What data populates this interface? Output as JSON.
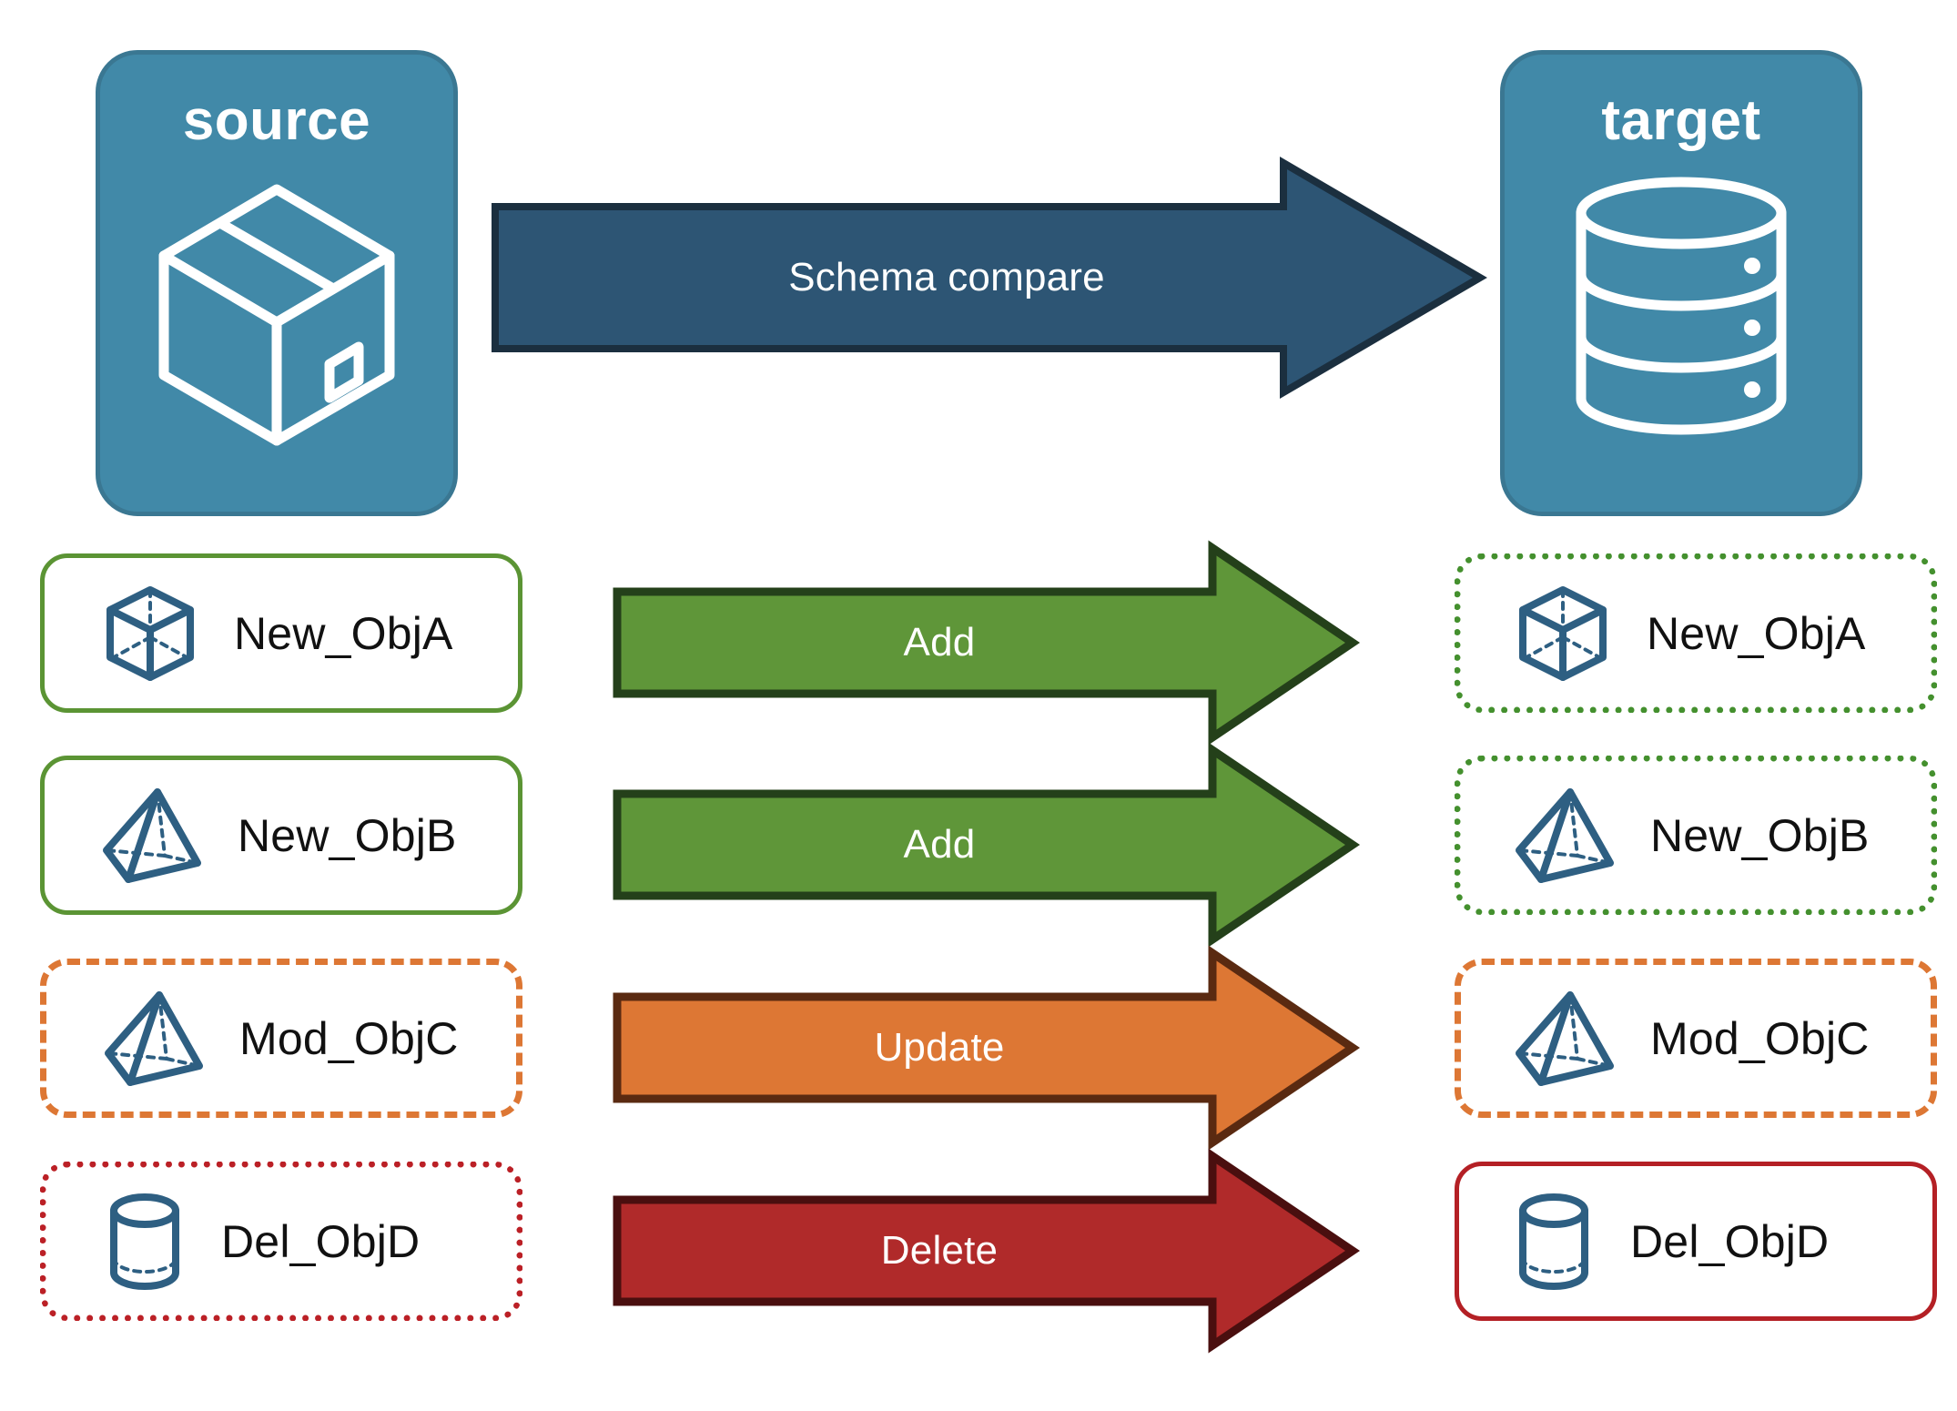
{
  "endpoints": {
    "source": {
      "title": "source",
      "icon": "3d-box-icon"
    },
    "target": {
      "title": "target",
      "icon": "database-cylinder-icon"
    }
  },
  "compare": {
    "label": "Schema compare",
    "color": "#2d5574",
    "border_color": "#1b2f3f",
    "direction": "source-to-target"
  },
  "colors": {
    "endpoint_fill": "#4189a8",
    "endpoint_border": "#3a7792",
    "object_icon": "#2e5f82",
    "add": "#5f9639",
    "add_border": "#24401a",
    "update": "#dd7734",
    "update_border": "#5a2a11",
    "delete": "#b02a2a",
    "delete_border": "#4a0f0f",
    "green_card": "#5b9434",
    "orange_card": "#dd7734",
    "red_card": "#b42025",
    "text": "#111111"
  },
  "rows": [
    {
      "source": {
        "label": "New_ObjA",
        "icon": "cube-wireframe-icon",
        "border_style": "solid",
        "border_color": "#5b9434"
      },
      "action": {
        "label": "Add",
        "color": "#5f9639",
        "border_color": "#24401a"
      },
      "target": {
        "label": "New_ObjA",
        "icon": "cube-wireframe-icon",
        "border_style": "dotted",
        "border_color": "#44902e"
      }
    },
    {
      "source": {
        "label": "New_ObjB",
        "icon": "pyramid-wireframe-icon",
        "border_style": "solid",
        "border_color": "#5b9434"
      },
      "action": {
        "label": "Add",
        "color": "#5f9639",
        "border_color": "#24401a"
      },
      "target": {
        "label": "New_ObjB",
        "icon": "pyramid-wireframe-icon",
        "border_style": "dotted",
        "border_color": "#44902e"
      }
    },
    {
      "source": {
        "label": "Mod_ObjC",
        "icon": "pyramid-wireframe-icon",
        "border_style": "dashed",
        "border_color": "#dd7734"
      },
      "action": {
        "label": "Update",
        "color": "#dd7734",
        "border_color": "#5a2a11"
      },
      "target": {
        "label": "Mod_ObjC",
        "icon": "pyramid-wireframe-icon",
        "border_style": "dashed",
        "border_color": "#dd7734"
      }
    },
    {
      "source": {
        "label": "Del_ObjD",
        "icon": "cylinder-wireframe-icon",
        "border_style": "dotted",
        "border_color": "#bb2026"
      },
      "action": {
        "label": "Delete",
        "color": "#b02a2a",
        "border_color": "#4a0f0f"
      },
      "target": {
        "label": "Del_ObjD",
        "icon": "cylinder-wireframe-icon",
        "border_style": "solid",
        "border_color": "#b42025"
      }
    }
  ]
}
